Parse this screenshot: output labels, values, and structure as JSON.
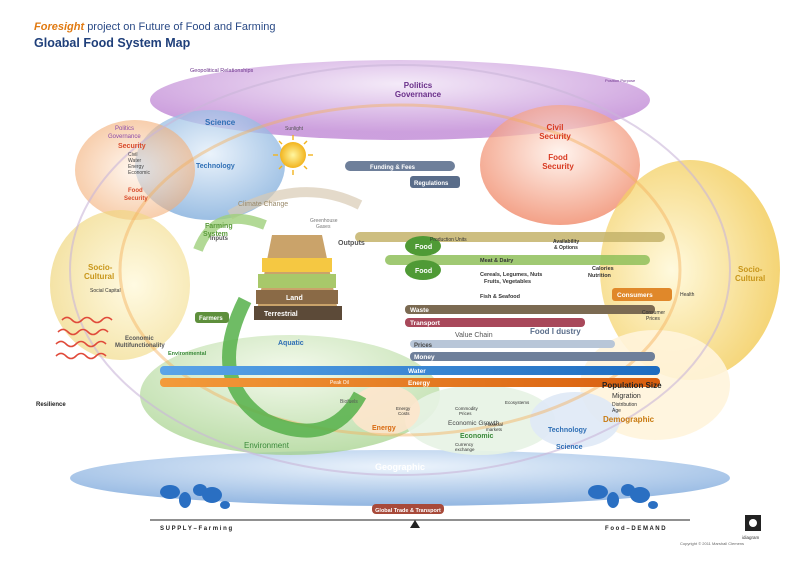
{
  "header": {
    "brand": "Foresight",
    "subtitle": "project on Future of Food and Farming",
    "title": "Gloabal Food System Map"
  },
  "labels": {
    "geopolitical": "Geopolitical Relationships",
    "politics": "Politics",
    "governance": "Governance",
    "position_purpose": "Position Purpose",
    "politics_left": "Politics",
    "governance_left": "Governance",
    "security": "Security",
    "civil_left": "Civil",
    "water_left": "Water",
    "energy_left": "Energy",
    "economic_left": "Economic",
    "food_security_left": "Food\nSecurity",
    "science_top": "Science",
    "technology_top": "Technology",
    "civil_security": "Civil\nSecurity",
    "food_security_right": "Food\nSecurity",
    "climate_change": "Climate Change",
    "farming_system": "Farming\nSystem",
    "socio_cultural_left": "Socio-\nCultural",
    "socio_cultural_right": "Socio-\nCultural",
    "economic_multifunctionality": "Economic\nMultifunctionality",
    "environmental": "Environmental",
    "farmers": "Farmers",
    "land": "Land",
    "terrestrial": "Terrestrial",
    "aquatic": "Aquatic",
    "outputs": "Outputs",
    "inputs": "Inputs",
    "funding_fees": "Funding & Fees",
    "regulations": "Regulations",
    "food_a": "Food",
    "food_b": "Food",
    "waste": "Waste",
    "transport": "Transport",
    "value_chain": "Value Chain",
    "food_industry": "Food I  dustry",
    "prices": "Prices",
    "money": "Money",
    "water": "Water",
    "energy": "Energy",
    "consumers": "Consumers",
    "population_size": "Population Size",
    "migration": "Migration",
    "distribution": "Distribution",
    "age": "Age",
    "demographic": "Demographic",
    "environment": "Environment",
    "energy_bottom": "Energy",
    "economic_growth": "Economic Growth",
    "economic_bottom": "Economic",
    "technology_bottom": "Technology",
    "science_bottom": "Science",
    "geographic": "Geographic",
    "global_trade": "Global Trade & Transport",
    "resilience": "Resilience",
    "meat_dairy": "Meat & Dairy",
    "cereals": "Cereals, Legumes, Nuts\nFruits, Vegetables",
    "fish_seafood": "Fish & Seafood",
    "calories_nutrition": "Calories\nNutrition",
    "consumer_prices": "Consumer\nPrices",
    "peak_oil": "Peak Oil",
    "biofuels": "Biofuels",
    "health": "Health",
    "social_capital": "Social Capital",
    "sunlight": "Sunlight",
    "greenhouse_gases": "Greenhouse\nGases",
    "production_units": "Production Units",
    "availability": "Availability\n& Options",
    "energy_costs": "Energy\nCosts",
    "commodity_prices": "Commodity\nPrices",
    "ecosystems": "Ecosystems",
    "financial_markets": "Financial\nmarkets",
    "currency_exchange": "Currency\nexchange",
    "supply_farming": "S U P P L Y – F a r m i n g",
    "food_demand": "F o o d – D E M A N D",
    "copyright": "Copyright © 2011 Marshall Clemens",
    "logo_name": "idiagram"
  },
  "colors": {
    "politics": "#8c4aa8",
    "science": "#2f6fb5",
    "civil_security": "#e0402a",
    "socio_cultural": "#e8b81e",
    "environment": "#3da24a",
    "geographic": "#1f67b0",
    "money": "#6e7f9a",
    "water": "#2f7fd0",
    "energy": "#e07318",
    "transport": "#a8485a",
    "waste": "#7b6a52",
    "demographic": "#e89a20"
  }
}
